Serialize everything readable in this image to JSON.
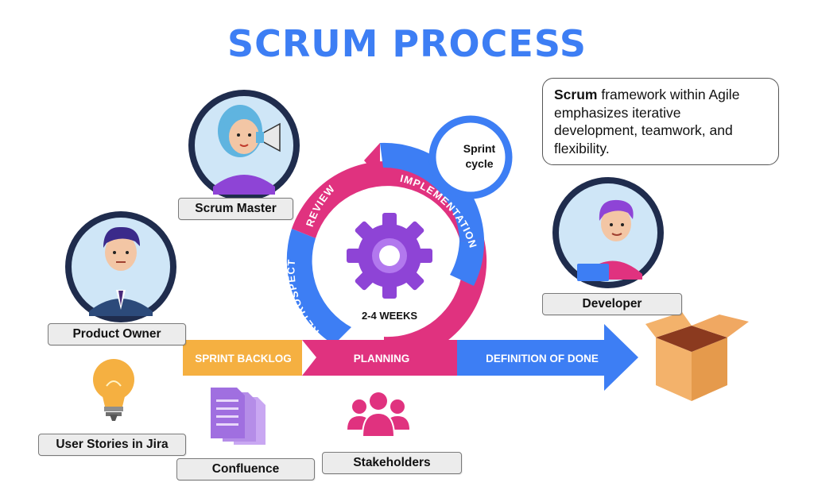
{
  "title": "SCRUM PROCESS",
  "note": {
    "bold": "Scrum",
    "text": " framework within Agile emphasizes iterative development, teamwork, and flexibility."
  },
  "roles": {
    "scrum_master": "Scrum Master",
    "product_owner": "Product Owner",
    "developer": "Developer"
  },
  "cycle": {
    "review": "REVIEW",
    "implementation": "IMPLEMENTATION",
    "retrospect": "RETROSPECT",
    "planning": "PLANNING",
    "duration": "2-4 WEEKS",
    "sprint_cycle_line1": "Sprint",
    "sprint_cycle_line2": "cycle"
  },
  "flow": {
    "sprint_backlog": "SPRINT BACKLOG",
    "definition_of_done": "DEFINITION OF DONE"
  },
  "artifacts": {
    "user_stories": "User Stories in Jira",
    "confluence": "Confluence",
    "stakeholders": "Stakeholders"
  },
  "colors": {
    "blue": "#3d7ef4",
    "pink": "#e0327f",
    "orange": "#f5b041",
    "purple": "#8e44d6",
    "navy": "#1f2c4d"
  }
}
